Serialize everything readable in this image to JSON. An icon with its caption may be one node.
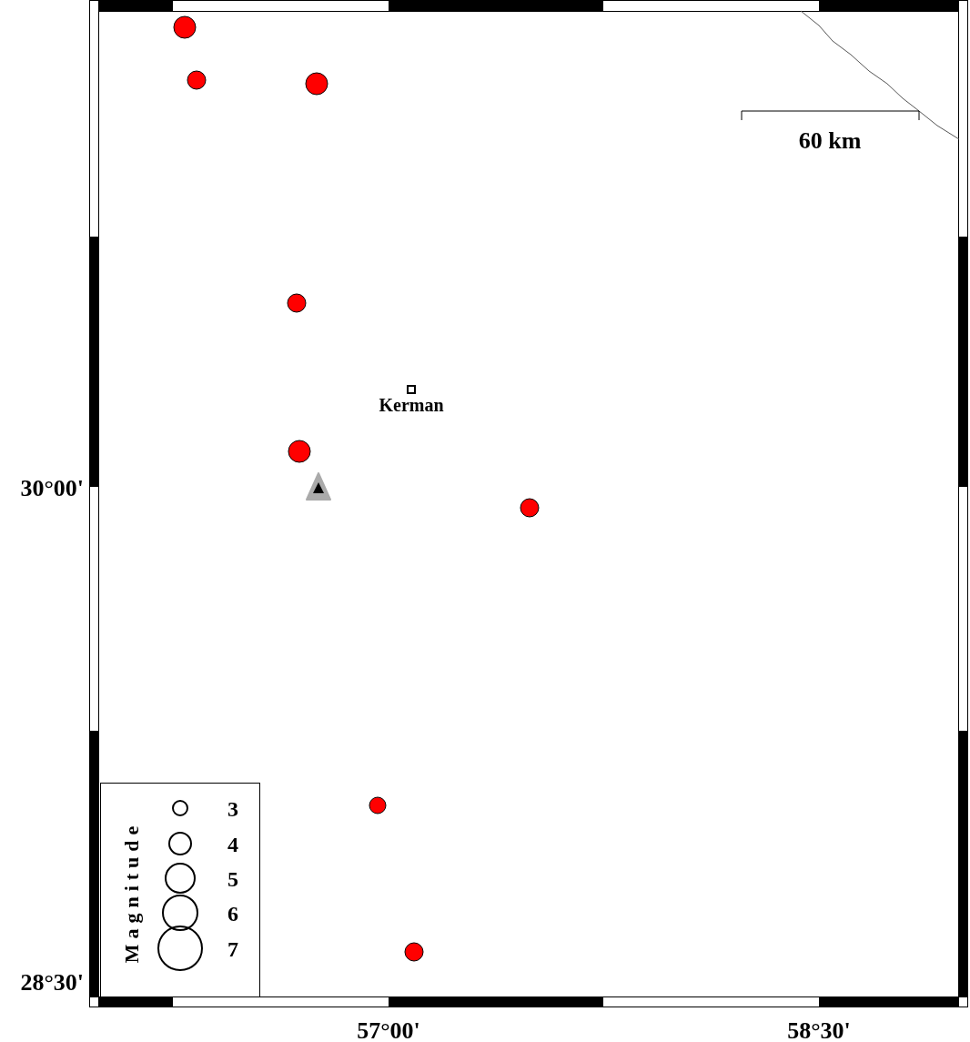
{
  "diagram": {
    "labels": [
      "60 km",
      "Kerman",
      "30°00'",
      "28°30'",
      "57°00'",
      "58°30'",
      "Magnitude"
    ],
    "legend": [
      {
        "text": "3"
      },
      {
        "text": "4"
      },
      {
        "text": "5"
      },
      {
        "text": "6"
      },
      {
        "text": "7"
      }
    ]
  }
}
